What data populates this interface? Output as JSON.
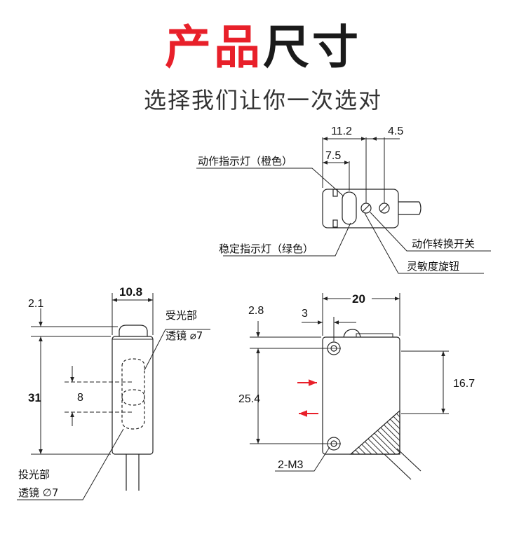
{
  "header": {
    "title_red": "产品",
    "title_black": "尺寸",
    "subtitle": "选择我们让你一次选对"
  },
  "top_view": {
    "dim_11_2": "11.2",
    "dim_4_5": "4.5",
    "dim_7_5": "7.5",
    "action_led": "动作指示灯（橙色）",
    "stable_led": "稳定指示灯（绿色）",
    "action_switch": "动作转换开关",
    "sensitivity_knob": "灵敏度旋钮"
  },
  "side_view": {
    "dim_10_8": "10.8",
    "dim_2_1": "2.1",
    "dim_31": "31",
    "dim_8": "8",
    "receiver_line1": "受光部",
    "receiver_line2": "透镜 ⌀7",
    "emitter_line1": "投光部",
    "emitter_line2": "透镜 ∅7"
  },
  "front_view": {
    "dim_20": "20",
    "dim_2_8": "2.8",
    "dim_3": "3",
    "dim_25_4": "25.4",
    "dim_16_7": "16.7",
    "mount_holes": "2-M3"
  },
  "colors": {
    "accent": "#e8202a",
    "line": "#222222"
  }
}
